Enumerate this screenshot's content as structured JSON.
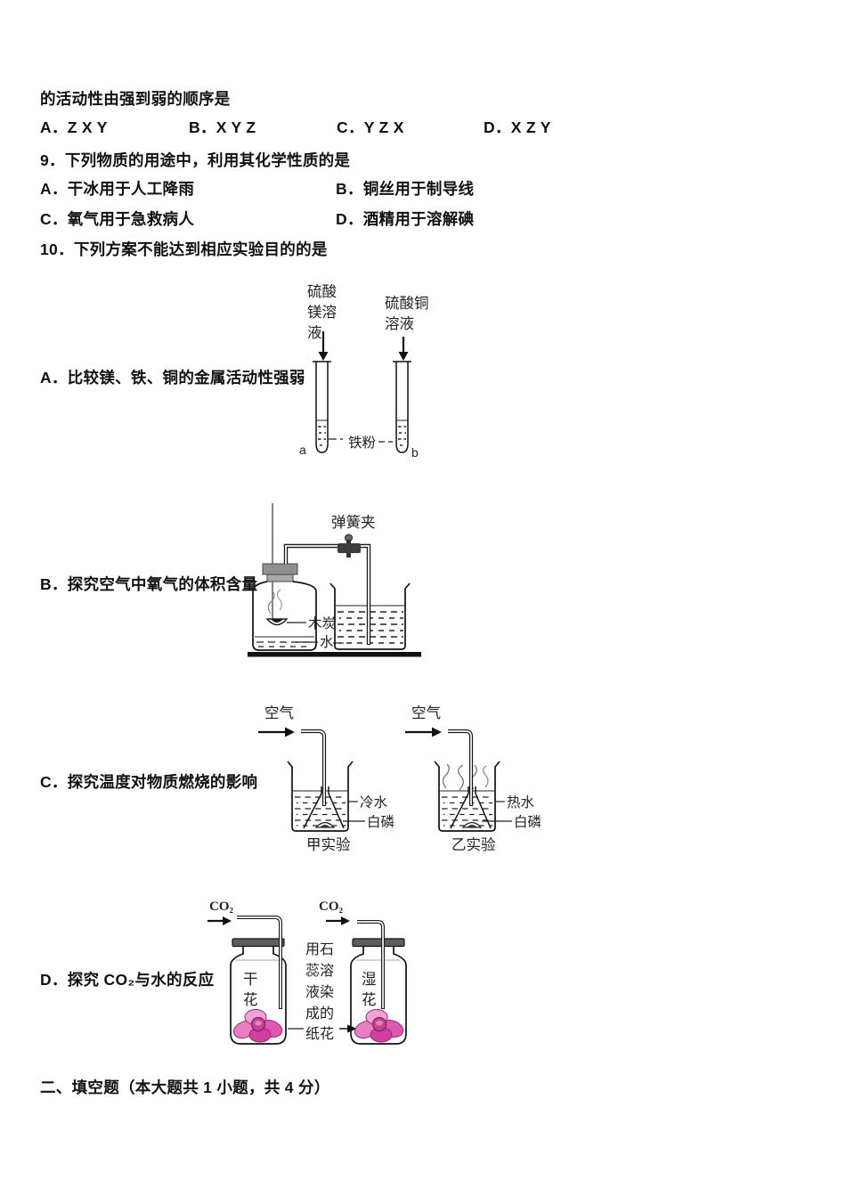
{
  "doc": {
    "line_q8_tail": "的活动性由强到弱的顺序是",
    "q8_options": [
      "A．Z X Y",
      "B．X Y Z",
      "C．Y Z X",
      "D．X Z Y"
    ],
    "q9_stem": "9．下列物质的用途中，利用其化学性质的是",
    "q9_options": [
      "A．干冰用于人工降雨",
      "B．铜丝用于制导线",
      "C．氧气用于急救病人",
      "D．酒精用于溶解碘"
    ],
    "q10_stem": "10．下列方案不能达到相应实验目的的是",
    "q10A": {
      "label": "A．比较镁、铁、铜的金属活动性强弱",
      "reagent_left_1": "硫酸",
      "reagent_left_2": "镁溶",
      "reagent_left_3": "液",
      "reagent_right_1": "硫酸铜",
      "reagent_right_2": "溶液",
      "iron_powder": "铁粉",
      "mark_a": "a",
      "mark_b": "b"
    },
    "q10B": {
      "label": "B．探究空气中氧气的体积含量",
      "clamp": "弹簧夹",
      "charcoal": "木炭",
      "water": "水"
    },
    "q10C": {
      "label": "C．探究温度对物质燃烧的影响",
      "air_left": "空气",
      "air_right": "空气",
      "cold_water": "冷水",
      "hot_water": "热水",
      "phos_left": "白磷",
      "phos_right": "白磷",
      "exp_left": "甲实验",
      "exp_right": "乙实验"
    },
    "q10D": {
      "label": "D．探究 CO₂与水的反应",
      "gas_left": "CO₂",
      "gas_right": "CO₂",
      "dry_1": "干",
      "dry_2": "花",
      "wet_1": "湿",
      "wet_2": "花",
      "paper_lines": [
        "用石",
        "蕊溶",
        "液染",
        "成的",
        "纸花"
      ]
    },
    "section2_title": "二、填空题（本大题共 1 小题，共 4 分）"
  },
  "colors": {
    "ink": "#111111",
    "flower_pink": "#e57fc0",
    "flower_deep": "#b52488",
    "stopper_grey": "#9a9a9a"
  }
}
